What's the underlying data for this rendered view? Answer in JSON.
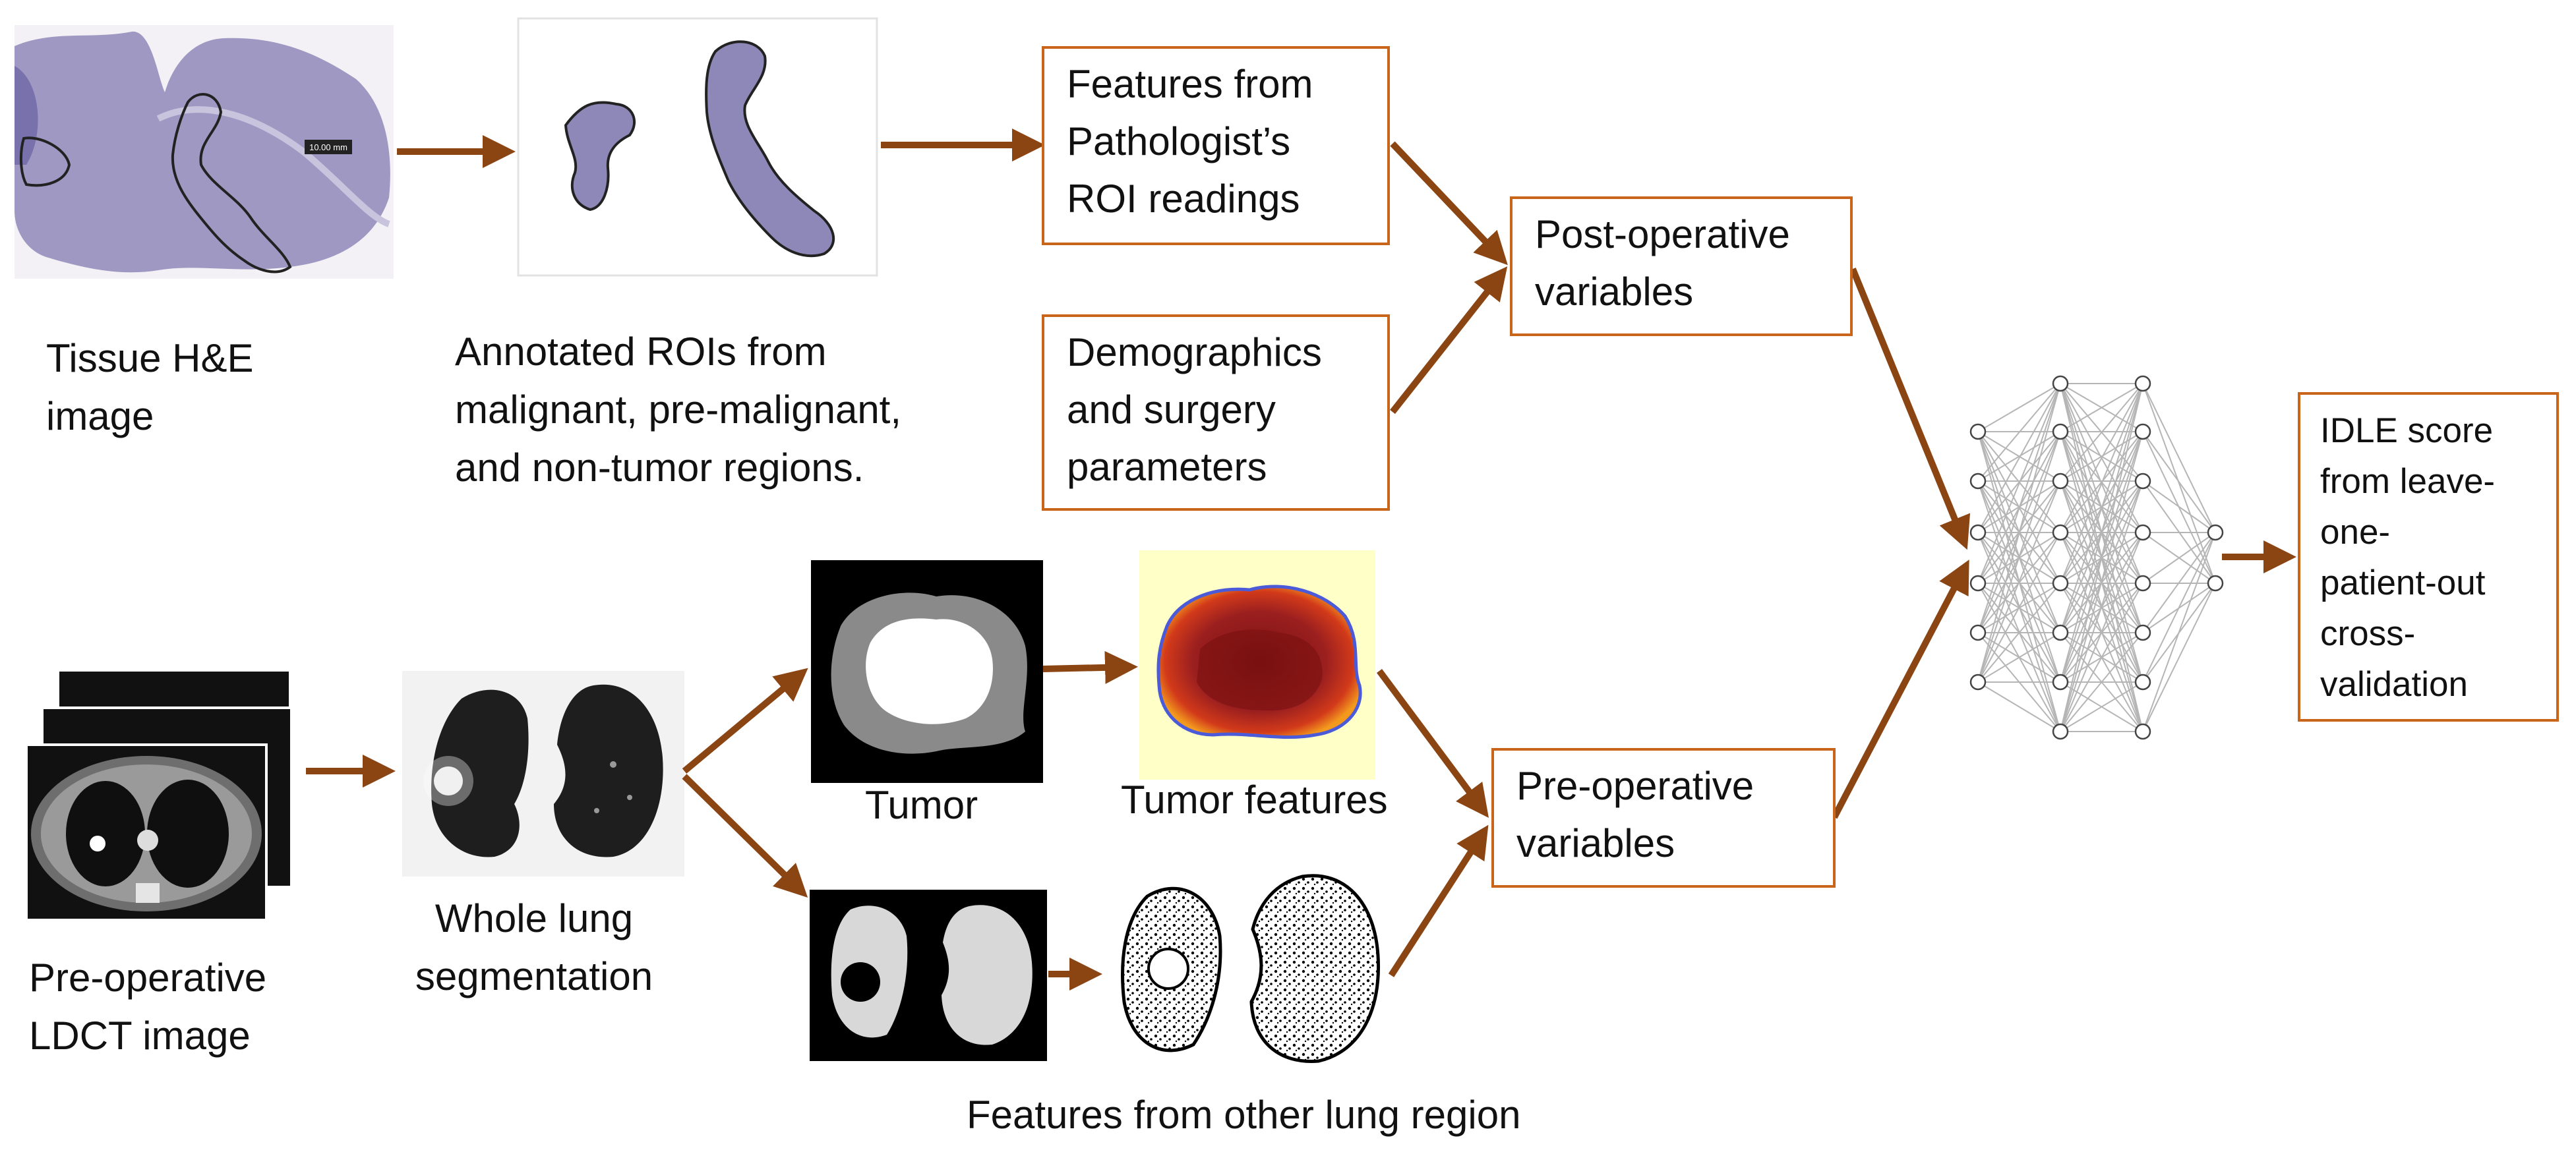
{
  "labels": {
    "tissue": [
      "Tissue H&E",
      "image"
    ],
    "rois": [
      "Annotated ROIs from",
      "malignant, pre-malignant,",
      "and non-tumor regions."
    ],
    "ldct": [
      "Pre-operative",
      "LDCT image"
    ],
    "lung_seg": [
      "Whole lung",
      "segmentation"
    ],
    "tumor": "Tumor",
    "tumor_features": "Tumor features",
    "other_lung": "Features from other lung region",
    "scale_bar": "10.00 mm"
  },
  "boxes": {
    "pathologist": [
      "Features from",
      "Pathologist’s",
      "ROI readings"
    ],
    "demographics": [
      "Demographics",
      "and surgery",
      "parameters"
    ],
    "postop": [
      "Post-operative",
      "variables"
    ],
    "preop": [
      "Pre-operative",
      "variables"
    ],
    "idle": [
      "IDLE score",
      "from leave-",
      "one-",
      "patient-out",
      "cross-",
      "validation"
    ]
  },
  "colors": {
    "arrow": "#8B4513",
    "box_border": "#C8651A",
    "tissue_stain": "#8E88B8",
    "tumor_heat": "#8B1A1A"
  }
}
